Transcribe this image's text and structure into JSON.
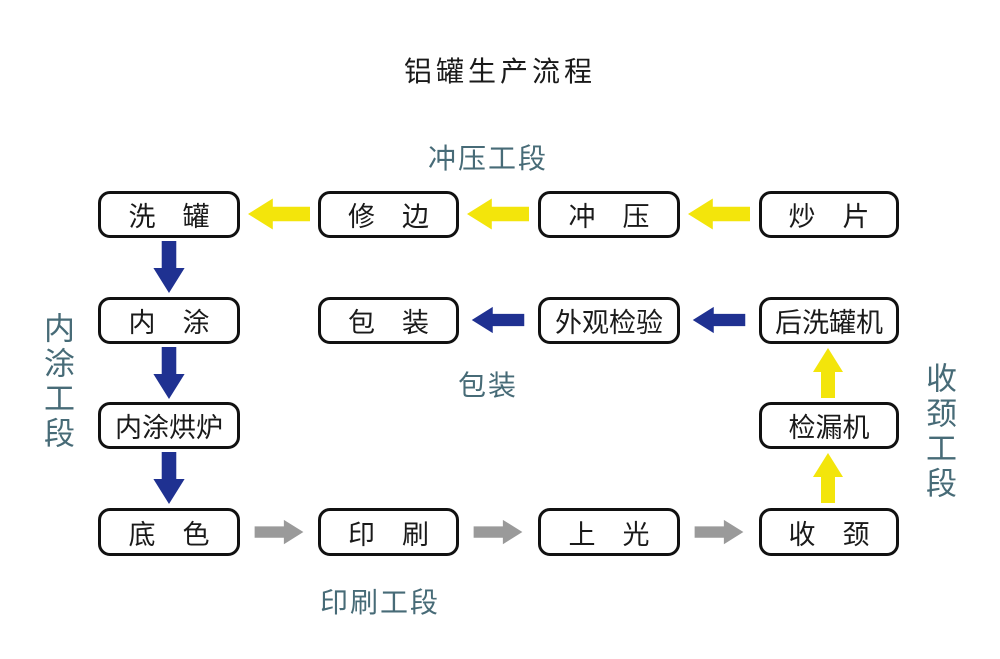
{
  "title": "铝罐生产流程",
  "colors": {
    "yellow": "#F3E50B",
    "blue": "#1F3191",
    "gray": "#9A9A9A",
    "teal": "#476B77",
    "box_border": "#111111",
    "text": "#1A1A1A",
    "background": "#FFFFFF"
  },
  "section_labels": {
    "stamping": "冲压工段",
    "inner_coating": "内涂工段",
    "packing": "包装",
    "printing": "印刷工段",
    "necking": "收颈工段"
  },
  "nodes": {
    "wash_can": "洗　罐",
    "trim": "修　边",
    "stamp": "冲　压",
    "fry_sheet": "炒　片",
    "inner_coat": "内　涂",
    "pack": "包　装",
    "visual_inspect": "外观检验",
    "post_wash": "后洗罐机",
    "inner_coat_oven": "内涂烘炉",
    "leak_detector": "检漏机",
    "base_coat": "底　色",
    "print": "印　刷",
    "varnish": "上　光",
    "neck": "收　颈"
  },
  "arrows": {
    "yellow_meaning": "stamping-section flow (right to left)",
    "blue_meaning": "coating / packing flow",
    "gray_meaning": "printing-section flow (left to right)"
  }
}
